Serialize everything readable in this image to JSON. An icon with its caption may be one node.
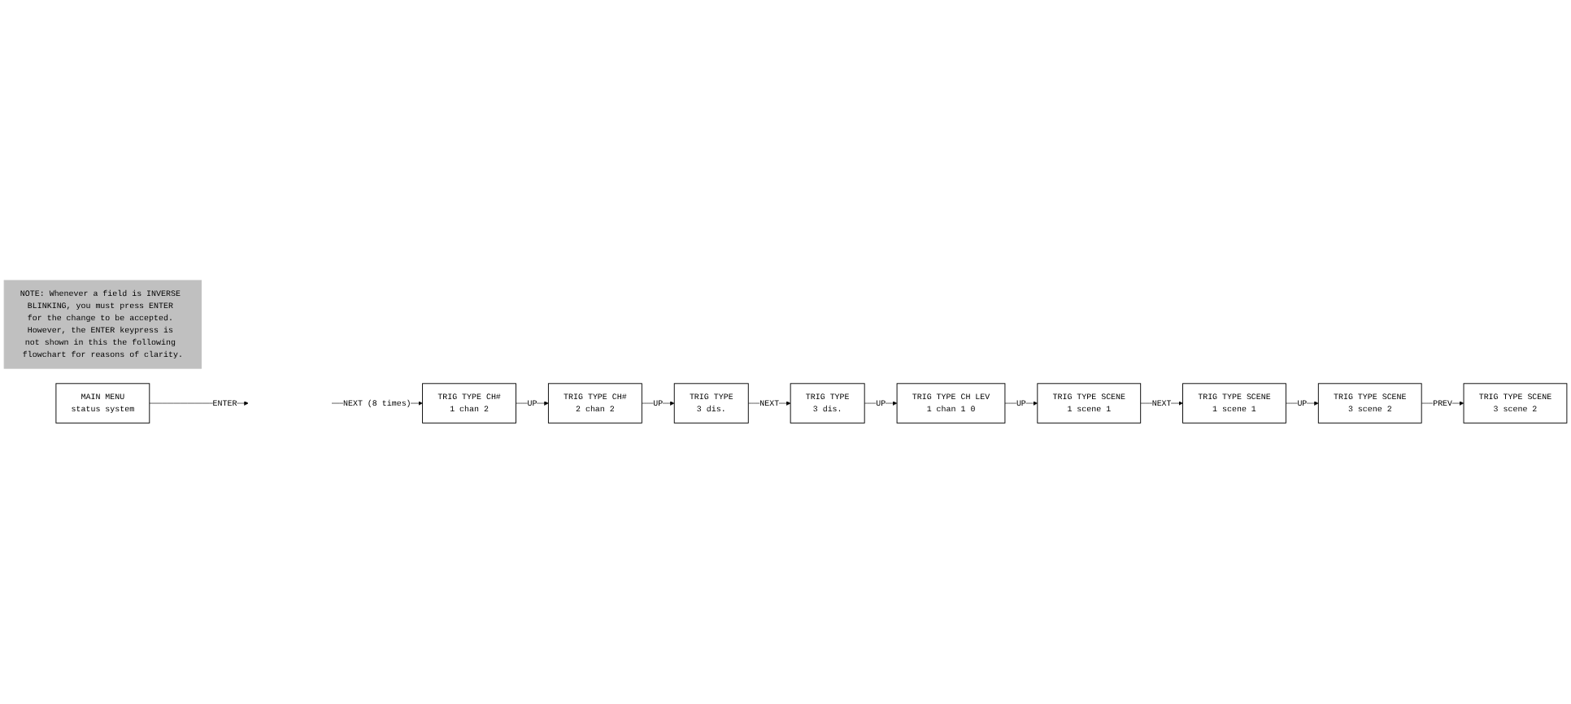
{
  "diagram": {
    "nodes": [
      {
        "text": [
          "NOTE: Whenever a field is INVERSE BLINKING, you must press ENTER for the change to be accepted. However, the ENTER keypress is not shown in this the following flowchart for reasons of clarity."
        ]
      },
      {
        "text": [
          "MAIN MENU",
          "status system"
        ]
      },
      {
        "text": [
          "TRIG TYPE CH#",
          "1 chan 2"
        ]
      },
      {
        "text": [
          "TRIG TYPE CH#",
          "2 chan 2"
        ]
      },
      {
        "text": [
          "TRIG TYPE",
          "3 dis."
        ]
      },
      {
        "text": [
          "TRIG TYPE",
          "3 dis."
        ]
      },
      {
        "text": [
          "TRIG TYPE CH LEV",
          "1 chan 1 0"
        ]
      },
      {
        "text": [
          "TRIG TYPE SCENE",
          "1 scene 1"
        ]
      },
      {
        "text": [
          "TRIG TYPE SCENE",
          "1 scene 1"
        ]
      },
      {
        "text": [
          "TRIG TYPE SCENE",
          "3 scene 2"
        ]
      },
      {
        "text": [
          "TRIG TYPE SCENE",
          "3 scene 2"
        ]
      }
    ],
    "edges": [
      {
        "from": 1,
        "to": null,
        "arrow": "to",
        "label": "ENTER"
      },
      {
        "from": null,
        "to": 2,
        "arrow": "to",
        "label": "NEXT (8 times)"
      },
      {
        "from": 2,
        "to": 3,
        "arrow": "to",
        "label": "UP"
      },
      {
        "from": 3,
        "to": 4,
        "arrow": "to",
        "label": "UP"
      },
      {
        "from": 4,
        "to": 5,
        "arrow": "to",
        "label": "NEXT"
      },
      {
        "from": 5,
        "to": 6,
        "arrow": "to",
        "label": "UP"
      },
      {
        "from": 6,
        "to": 7,
        "arrow": "to",
        "label": "UP"
      },
      {
        "from": 7,
        "to": 8,
        "arrow": "to",
        "label": "NEXT"
      },
      {
        "from": 8,
        "to": 9,
        "arrow": "to",
        "label": "UP"
      },
      {
        "from": 9,
        "to": 10,
        "arrow": "to",
        "label": "PREV"
      }
    ]
  }
}
